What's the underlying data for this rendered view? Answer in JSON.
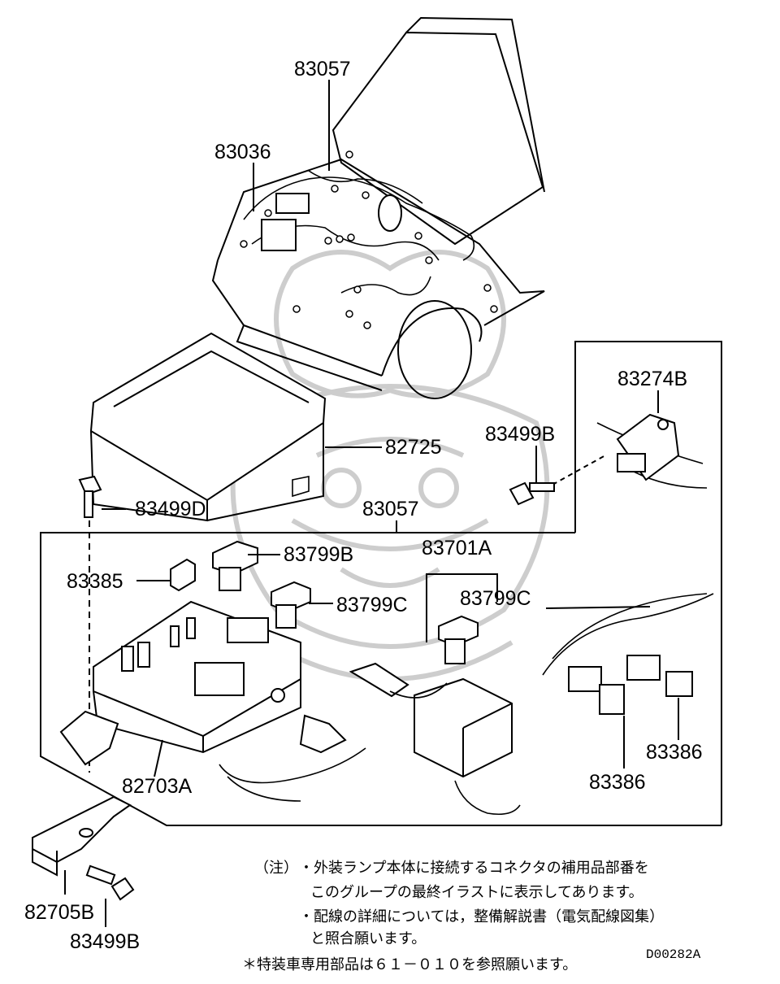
{
  "diagram": {
    "part_labels": [
      "83057",
      "83036",
      "83274B",
      "83499B",
      "82725",
      "83499D",
      "83057",
      "83799B",
      "83701A",
      "83385",
      "83799C",
      "83799C",
      "82703A",
      "83386",
      "83386",
      "82705B",
      "83499B"
    ],
    "notes": {
      "prefix": "（注）",
      "line1": "・外装ランプ本体に接続するコネクタの補用品部番を",
      "line2": "このグループの最終イラストに表示してあります。",
      "line3": "・配線の詳細については，整備解説書（電気配線図集）",
      "line4": "と照合願います。",
      "line5": "＊特装車専用部品は６１－０１０を参照願います。"
    },
    "drawing_code": "D00282A"
  }
}
